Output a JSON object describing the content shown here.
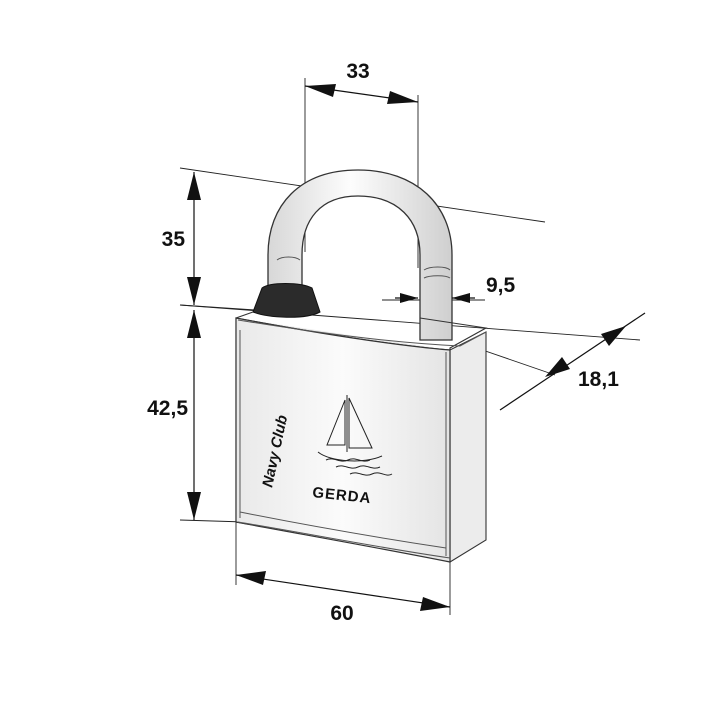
{
  "product": {
    "brand_text": "Navy Club",
    "logo_text": "GERDA"
  },
  "dimensions": {
    "shackle_inner_width": "33",
    "shackle_height": "35",
    "shackle_diameter": "9,5",
    "body_height": "42,5",
    "body_thickness": "18,1",
    "body_width": "60"
  },
  "colors": {
    "shackle_fill": "#f2f2f2",
    "body_fill": "#f6f6f6",
    "collar_fill": "#2b2b2b",
    "line": "#222222"
  },
  "icons": {
    "emblem": "sailboat-icon"
  }
}
